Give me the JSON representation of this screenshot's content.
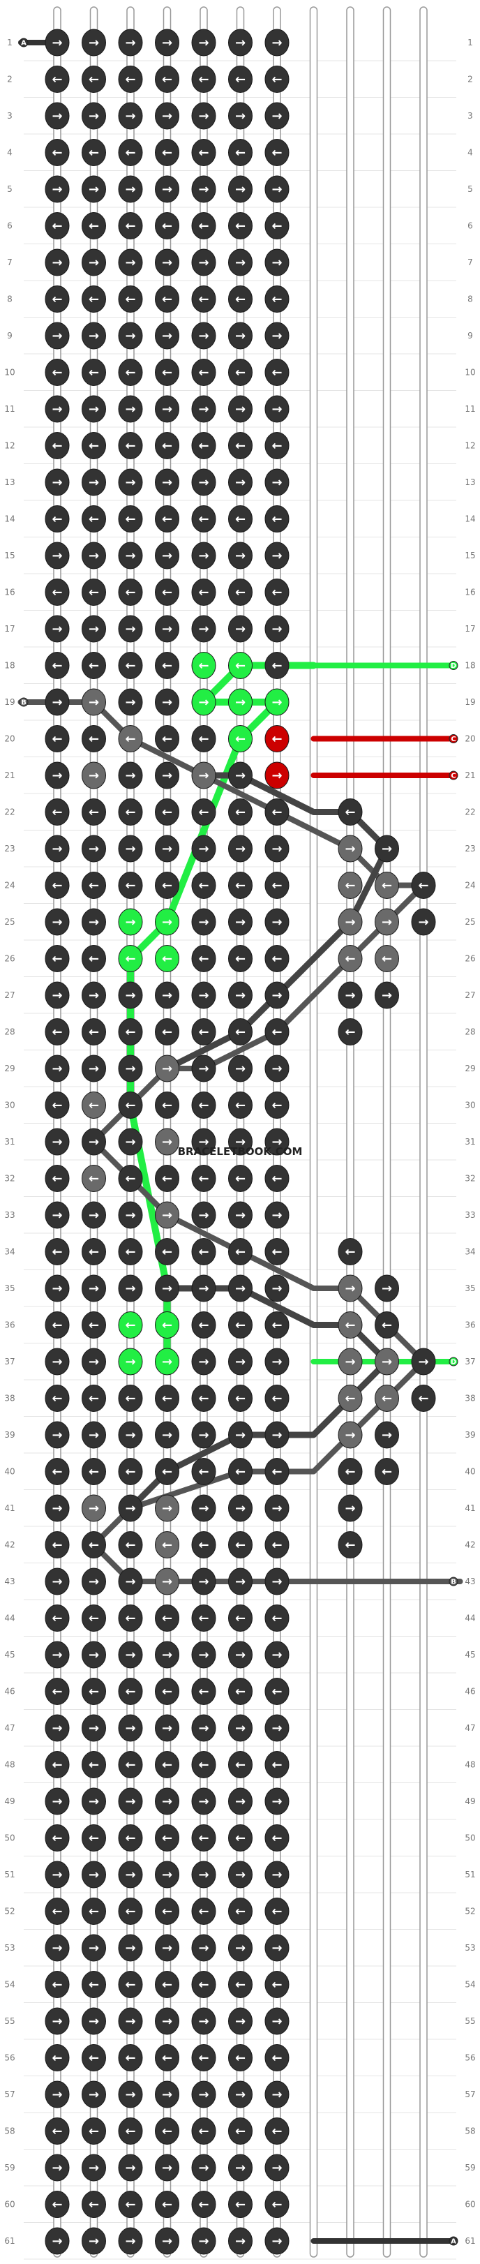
{
  "pattern": {
    "rows": 61,
    "strings": 11,
    "watermark": "BRACELETBOOK.COM",
    "end_letters": [
      "A",
      "B",
      "C",
      "D"
    ],
    "colors": {
      "A": "#333333",
      "B": "#555555",
      "C": "#cc0000",
      "D": "#22ee44"
    },
    "row_arrows_default": {
      "odd": "→",
      "even": "←"
    },
    "highlighted_knots": [
      {
        "row": 18,
        "col": 4,
        "color": "D",
        "arrow": "←"
      },
      {
        "row": 18,
        "col": 5,
        "color": "D",
        "arrow": "←"
      },
      {
        "row": 19,
        "col": 4,
        "color": "D",
        "arrow": "→"
      },
      {
        "row": 19,
        "col": 5,
        "color": "D",
        "arrow": "→"
      },
      {
        "row": 19,
        "col": 6,
        "color": "D",
        "arrow": "→"
      },
      {
        "row": 20,
        "col": 5,
        "color": "D",
        "arrow": "←"
      },
      {
        "row": 20,
        "col": 6,
        "color": "C",
        "arrow": "←"
      },
      {
        "row": 20,
        "col": 7,
        "color": "C",
        "arrow": "←"
      },
      {
        "row": 21,
        "col": 6,
        "color": "C",
        "arrow": "→"
      },
      {
        "row": 21,
        "col": 7,
        "color": "C",
        "arrow": "→"
      },
      {
        "row": 25,
        "col": 2,
        "color": "D",
        "arrow": "→"
      },
      {
        "row": 25,
        "col": 3,
        "color": "D",
        "arrow": "→"
      },
      {
        "row": 26,
        "col": 2,
        "color": "D",
        "arrow": "←"
      },
      {
        "row": 26,
        "col": 3,
        "color": "D",
        "arrow": "←"
      },
      {
        "row": 36,
        "col": 2,
        "color": "D",
        "arrow": "←"
      },
      {
        "row": 36,
        "col": 3,
        "color": "D",
        "arrow": "←"
      },
      {
        "row": 37,
        "col": 2,
        "color": "D",
        "arrow": "→"
      },
      {
        "row": 37,
        "col": 3,
        "color": "D",
        "arrow": "→"
      }
    ]
  }
}
